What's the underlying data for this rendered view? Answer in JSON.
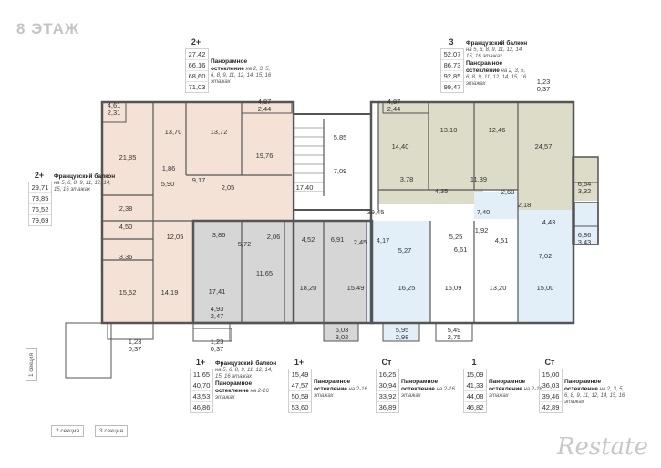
{
  "floor_title": "8 ЭТАЖ",
  "colors": {
    "beige": "#f5e2d6",
    "grey": "#d6d6d6",
    "olive": "#dcdcc9",
    "blue": "#e2eef8",
    "wall": "#555555"
  },
  "rooms": [
    {
      "id": "r1",
      "v": "4,61",
      "v2": "2,31"
    },
    {
      "id": "r2",
      "v": "21,85"
    },
    {
      "id": "r3",
      "v": "13,70"
    },
    {
      "id": "r4",
      "v": "13,72"
    },
    {
      "id": "r5",
      "v": "4,87",
      "v2": "2,44"
    },
    {
      "id": "r6",
      "v": "19,76"
    },
    {
      "id": "r7",
      "v": "1,86"
    },
    {
      "id": "r8",
      "v": "5,90"
    },
    {
      "id": "r9",
      "v": "9,17"
    },
    {
      "id": "r10",
      "v": "2,05"
    },
    {
      "id": "r11",
      "v": "2,38"
    },
    {
      "id": "r12",
      "v": "4,50"
    },
    {
      "id": "r13",
      "v": "12,05"
    },
    {
      "id": "r14",
      "v": "3,36"
    },
    {
      "id": "r15",
      "v": "15,52"
    },
    {
      "id": "r16",
      "v": "14,19"
    },
    {
      "id": "r17",
      "v": "17,40"
    },
    {
      "id": "r18",
      "v": "5,85"
    },
    {
      "id": "r19",
      "v": "7,09"
    },
    {
      "id": "r20",
      "v": "4,87",
      "v2": "2,44"
    },
    {
      "id": "r21",
      "v": "14,40"
    },
    {
      "id": "r22",
      "v": "13,10"
    },
    {
      "id": "r23",
      "v": "12,46"
    },
    {
      "id": "r24",
      "v": "24,57"
    },
    {
      "id": "r25",
      "v": "3,78"
    },
    {
      "id": "r26",
      "v": "4,35"
    },
    {
      "id": "r27",
      "v": "11,39"
    },
    {
      "id": "r28",
      "v": "2,68"
    },
    {
      "id": "r29",
      "v": "6,64",
      "v2": "3,32"
    },
    {
      "id": "r30",
      "v": "39,45"
    },
    {
      "id": "r31",
      "v": "7,40"
    },
    {
      "id": "r32",
      "v": "2,18"
    },
    {
      "id": "r33",
      "v": "4,43"
    },
    {
      "id": "r34",
      "v": "6,86",
      "v2": "3,43"
    },
    {
      "id": "r35",
      "v": "3,86"
    },
    {
      "id": "r36",
      "v": "5,72"
    },
    {
      "id": "r37",
      "v": "2,06"
    },
    {
      "id": "r38",
      "v": "4,52"
    },
    {
      "id": "r39",
      "v": "6,91"
    },
    {
      "id": "r40",
      "v": "2,45"
    },
    {
      "id": "r41",
      "v": "4,17"
    },
    {
      "id": "r42",
      "v": "5,27"
    },
    {
      "id": "r43",
      "v": "5,25"
    },
    {
      "id": "r44",
      "v": "6,61"
    },
    {
      "id": "r45",
      "v": "1,92"
    },
    {
      "id": "r46",
      "v": "4,51"
    },
    {
      "id": "r47",
      "v": "7,02"
    },
    {
      "id": "r48",
      "v": "11,65"
    },
    {
      "id": "r49",
      "v": "17,41"
    },
    {
      "id": "r50",
      "v": "18,20"
    },
    {
      "id": "r51",
      "v": "15,49"
    },
    {
      "id": "r52",
      "v": "16,25"
    },
    {
      "id": "r53",
      "v": "15,09"
    },
    {
      "id": "r54",
      "v": "13,20"
    },
    {
      "id": "r55",
      "v": "15,00"
    },
    {
      "id": "r56",
      "v": "4,93",
      "v2": "2,47"
    },
    {
      "id": "r57",
      "v": "6,03",
      "v2": "3,02"
    },
    {
      "id": "r58",
      "v": "5,95",
      "v2": "2,98"
    },
    {
      "id": "r59",
      "v": "5,49",
      "v2": "2,75"
    }
  ],
  "balconies": [
    {
      "v": "1,23",
      "v2": "0,37"
    },
    {
      "v": "1,23",
      "v2": "0,37"
    },
    {
      "v": "1,23",
      "v2": "0,37"
    }
  ],
  "cards": [
    {
      "type": "2+",
      "vals": [
        "27,42",
        "66,16",
        "68,60",
        "71,03"
      ],
      "note_title": "",
      "note_body": "",
      "note2_title": "Панорамное остекление",
      "note2_body": "на 2, 3, 5, 6, 8, 9, 11, 12, 14, 15, 16 этажах"
    },
    {
      "type": "3",
      "vals": [
        "52,07",
        "86,73",
        "92,85",
        "99,47"
      ],
      "note_title": "Французский балкон",
      "note_body": "на 5, 6, 8, 9, 11, 12, 14, 15, 16 этажах",
      "note2_title": "Панорамное остекление",
      "note2_body": "на 2, 3, 5, 6, 8, 9, 11, 12, 14, 15, 16 этажах"
    },
    {
      "type": "2+",
      "vals": [
        "29,71",
        "73,85",
        "76,52",
        "79,69"
      ],
      "note_title": "Французский балкон",
      "note_body": "на 5, 6, 8, 9, 11, 12, 14, 15, 16 этажах",
      "note2_title": "",
      "note2_body": ""
    },
    {
      "type": "1+",
      "vals": [
        "11,65",
        "40,70",
        "43,53",
        "46,86"
      ],
      "note_title": "Французский балкон",
      "note_body": "на 5, 6, 8, 9, 11, 12, 14, 15, 16 этажах",
      "note2_title": "Панорамное остекление",
      "note2_body": "на 2-16 этажах"
    },
    {
      "type": "1+",
      "vals": [
        "15,49",
        "47,57",
        "50,59",
        "53,60"
      ],
      "note_title": "",
      "note_body": "",
      "note2_title": "Панорамное остекление",
      "note2_body": "на 2-16 этажах"
    },
    {
      "type": "Ст",
      "vals": [
        "16,25",
        "30,94",
        "33,92",
        "36,89"
      ],
      "note_title": "",
      "note_body": "",
      "note2_title": "Панорамное остекление",
      "note2_body": "на 2-16 этажах"
    },
    {
      "type": "1",
      "vals": [
        "15,09",
        "41,33",
        "44,08",
        "46,82"
      ],
      "note_title": "",
      "note_body": "",
      "note2_title": "Панорамное остекление",
      "note2_body": "на 2-16 этажах"
    },
    {
      "type": "Ст",
      "vals": [
        "15,00",
        "36,03",
        "39,46",
        "42,89"
      ],
      "note_title": "",
      "note_body": "",
      "note2_title": "Панорамное остекление",
      "note2_body": "на 2, 3, 5, 6, 8, 9, 11, 12, 14, 15, 16 этажах"
    }
  ],
  "sections": [
    "1 секция",
    "2 секция",
    "3 секция"
  ],
  "logo": "Restate"
}
